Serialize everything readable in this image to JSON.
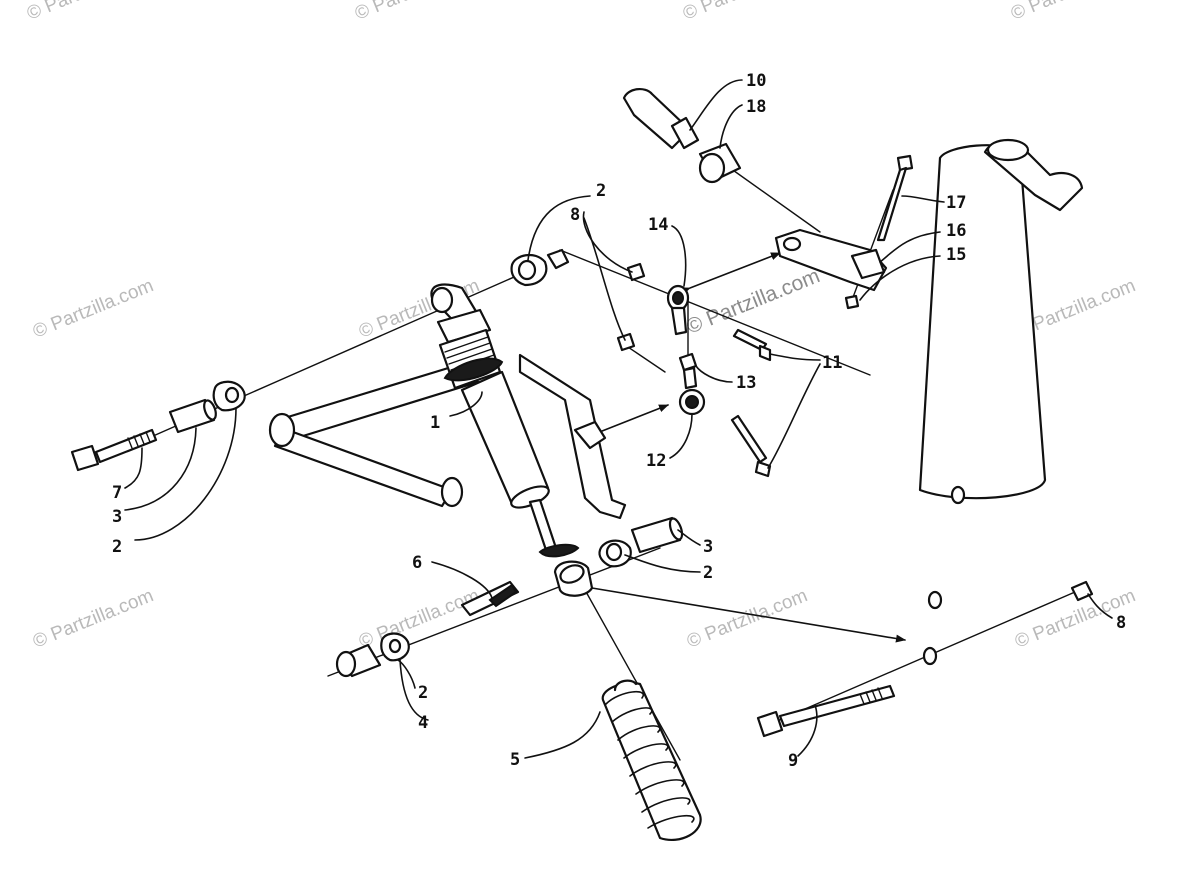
{
  "watermark": {
    "text": "© Partzilla.com"
  },
  "callouts": {
    "c1": "1",
    "c2a": "2",
    "c2b": "2",
    "c2c": "2",
    "c2d": "2",
    "c3a": "3",
    "c3b": "3",
    "c4": "4",
    "c5": "5",
    "c6": "6",
    "c7": "7",
    "c8a": "8",
    "c8b": "8",
    "c9": "9",
    "c10": "10",
    "c11": "11",
    "c12": "12",
    "c13": "13",
    "c14": "14",
    "c15": "15",
    "c16": "16",
    "c17": "17",
    "c18": "18"
  }
}
